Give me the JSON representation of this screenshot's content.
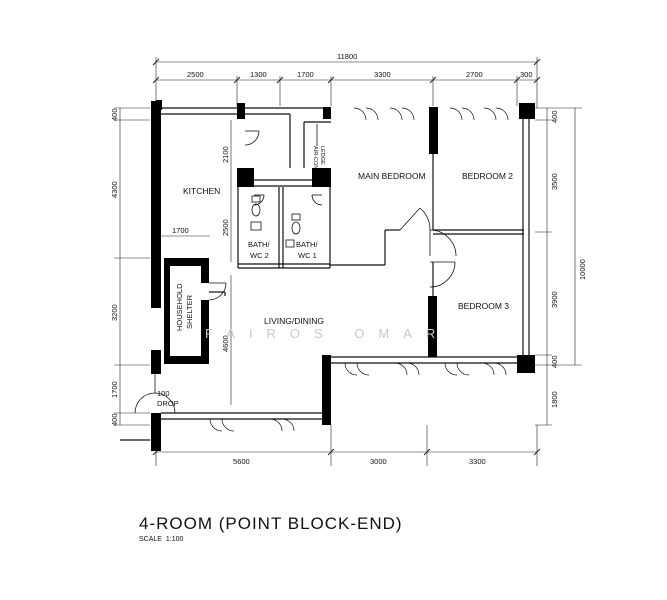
{
  "plan": {
    "title": "4-ROOM (POINT BLOCK-END)",
    "scale_label": "SCALE",
    "scale_value": "1:100",
    "watermark": "FAIROS OMAR",
    "rooms": {
      "kitchen": "KITCHEN",
      "main_bedroom": "MAIN BEDROOM",
      "bedroom_2": "BEDROOM 2",
      "bedroom_3": "BEDROOM 3",
      "living_dining": "LIVING/DINING",
      "bath_wc_2_line1": "BATH/",
      "bath_wc_2_line2": "WC 2",
      "bath_wc_1_line1": "BATH/",
      "bath_wc_1_line2": "WC 1",
      "household_shelter_line1": "HOUSEHOLD",
      "household_shelter_line2": "SHELTER",
      "aircon_ledge_line1": "AIR-CON",
      "aircon_ledge_line2": "LEDGE",
      "drop_line1": "100",
      "drop_line2": "DROP"
    },
    "dims_top_overall": "11800",
    "dims_top": [
      "2500",
      "1300",
      "1700",
      "3300",
      "2700",
      "300"
    ],
    "dims_bottom": [
      "5600",
      "3000",
      "3300"
    ],
    "dims_left": [
      "400",
      "4300",
      "3200",
      "1700",
      "400"
    ],
    "dims_left_inner": [
      "2100",
      "2500",
      "4600"
    ],
    "dim_shelter_width": "1700",
    "dims_right": [
      "400",
      "3500",
      "3900",
      "400",
      "1800"
    ],
    "dim_right_overall": "10000"
  }
}
